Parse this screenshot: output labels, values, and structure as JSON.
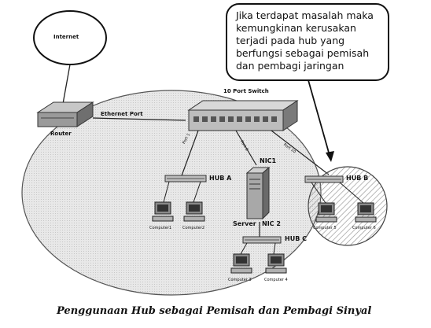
{
  "labels": {
    "internet": "Internet",
    "router": "Router",
    "ethernet_port": "Ethernet Port",
    "switch": "10 Port Switch",
    "port1": "Port 1",
    "port8": "Port 8",
    "port10": "Port 10",
    "hub_a": "HUB A",
    "hub_b": "HUB B",
    "hub_c": "HUB C",
    "nic1": "NIC1",
    "nic2": "NIC 2",
    "server": "Server"
  },
  "computers": [
    "Computer1",
    "Computer2",
    "Computer 3",
    "Computer 4",
    "Computer 5",
    "Computer 6"
  ],
  "callout": {
    "lines": [
      "Jika terdapat masalah maka",
      "kemungkinan kerusakan",
      "terjadi pada hub yang",
      "berfungsi sebagai pemisah",
      "dan pembagi jaringan"
    ]
  },
  "caption": "Penggunaan Hub sebagai Pemisah dan Pembagi Sinyal",
  "colors": {
    "background": "#ffffff",
    "ink": "#111111",
    "equipment_gray": "#bdbdbd"
  }
}
